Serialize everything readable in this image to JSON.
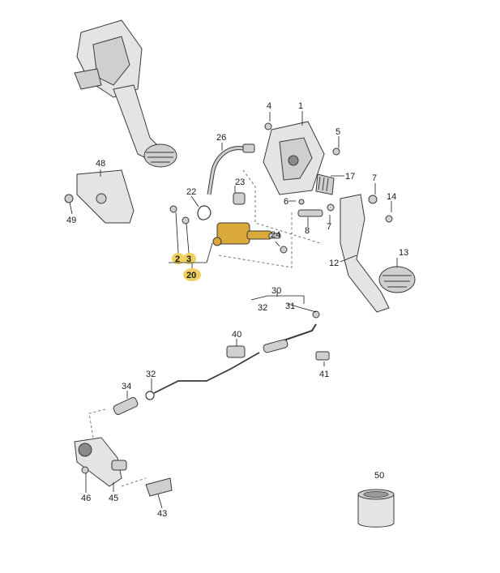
{
  "diagram": {
    "highlight_color": "#f0d060",
    "part_color": "#cfcfcf",
    "accent_part_color": "#d9a93a",
    "callouts": [
      {
        "id": "c1",
        "label": "1"
      },
      {
        "id": "c2",
        "label": "2",
        "highlight": true
      },
      {
        "id": "c3",
        "label": "3",
        "highlight": true
      },
      {
        "id": "c4",
        "label": "4"
      },
      {
        "id": "c5",
        "label": "5"
      },
      {
        "id": "c6",
        "label": "6"
      },
      {
        "id": "c7a",
        "label": "7"
      },
      {
        "id": "c7b",
        "label": "7"
      },
      {
        "id": "c8",
        "label": "8"
      },
      {
        "id": "c12",
        "label": "12"
      },
      {
        "id": "c13",
        "label": "13"
      },
      {
        "id": "c14",
        "label": "14"
      },
      {
        "id": "c17",
        "label": "17"
      },
      {
        "id": "c20",
        "label": "20",
        "highlight": true
      },
      {
        "id": "c22",
        "label": "22"
      },
      {
        "id": "c23",
        "label": "23"
      },
      {
        "id": "c24",
        "label": "24"
      },
      {
        "id": "c26",
        "label": "26"
      },
      {
        "id": "c30",
        "label": "30"
      },
      {
        "id": "c31",
        "label": "31"
      },
      {
        "id": "c32a",
        "label": "32"
      },
      {
        "id": "c32b",
        "label": "32"
      },
      {
        "id": "c34",
        "label": "34"
      },
      {
        "id": "c40",
        "label": "40"
      },
      {
        "id": "c41",
        "label": "41"
      },
      {
        "id": "c43",
        "label": "43"
      },
      {
        "id": "c45",
        "label": "45"
      },
      {
        "id": "c46",
        "label": "46"
      },
      {
        "id": "c48",
        "label": "48"
      },
      {
        "id": "c49",
        "label": "49"
      },
      {
        "id": "c50",
        "label": "50"
      }
    ]
  }
}
